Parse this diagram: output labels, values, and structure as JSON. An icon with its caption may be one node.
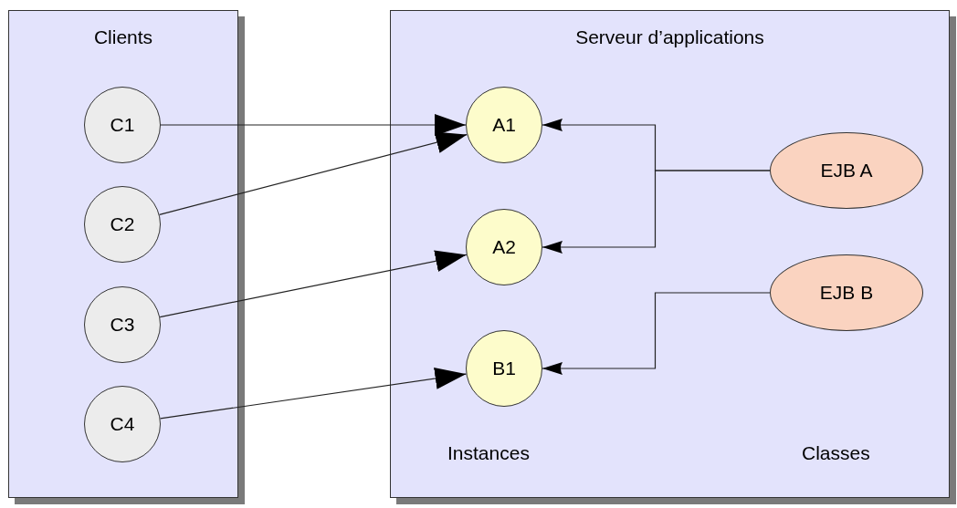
{
  "diagram": {
    "nodes": [
      {
        "text": [
          "Clients"
        ]
      },
      {
        "text": [
          "C1"
        ],
        "in": 0
      },
      {
        "text": [
          "C2"
        ],
        "in": 0
      },
      {
        "text": [
          "C3"
        ],
        "in": 0
      },
      {
        "text": [
          "C4"
        ],
        "in": 0
      },
      {
        "text": [
          "Serveur d’applications",
          "Instances",
          "Classes"
        ]
      },
      {
        "text": [
          "A1"
        ],
        "in": 5
      },
      {
        "text": [
          "A2"
        ],
        "in": 5
      },
      {
        "text": [
          "B1"
        ],
        "in": 5
      },
      {
        "text": [
          "EJB A"
        ],
        "in": 5
      },
      {
        "text": [
          "EJB B"
        ],
        "in": 5
      }
    ],
    "edges": [
      {
        "from": 1,
        "to": 6,
        "arrow": "to"
      },
      {
        "from": 2,
        "to": 6,
        "arrow": "to"
      },
      {
        "from": 3,
        "to": 7,
        "arrow": "to"
      },
      {
        "from": 4,
        "to": 8,
        "arrow": "to"
      },
      {
        "from": 9,
        "to": 6,
        "arrow": "to"
      },
      {
        "from": 9,
        "to": 7,
        "arrow": "to"
      },
      {
        "from": 10,
        "to": 8,
        "arrow": "to"
      }
    ]
  }
}
